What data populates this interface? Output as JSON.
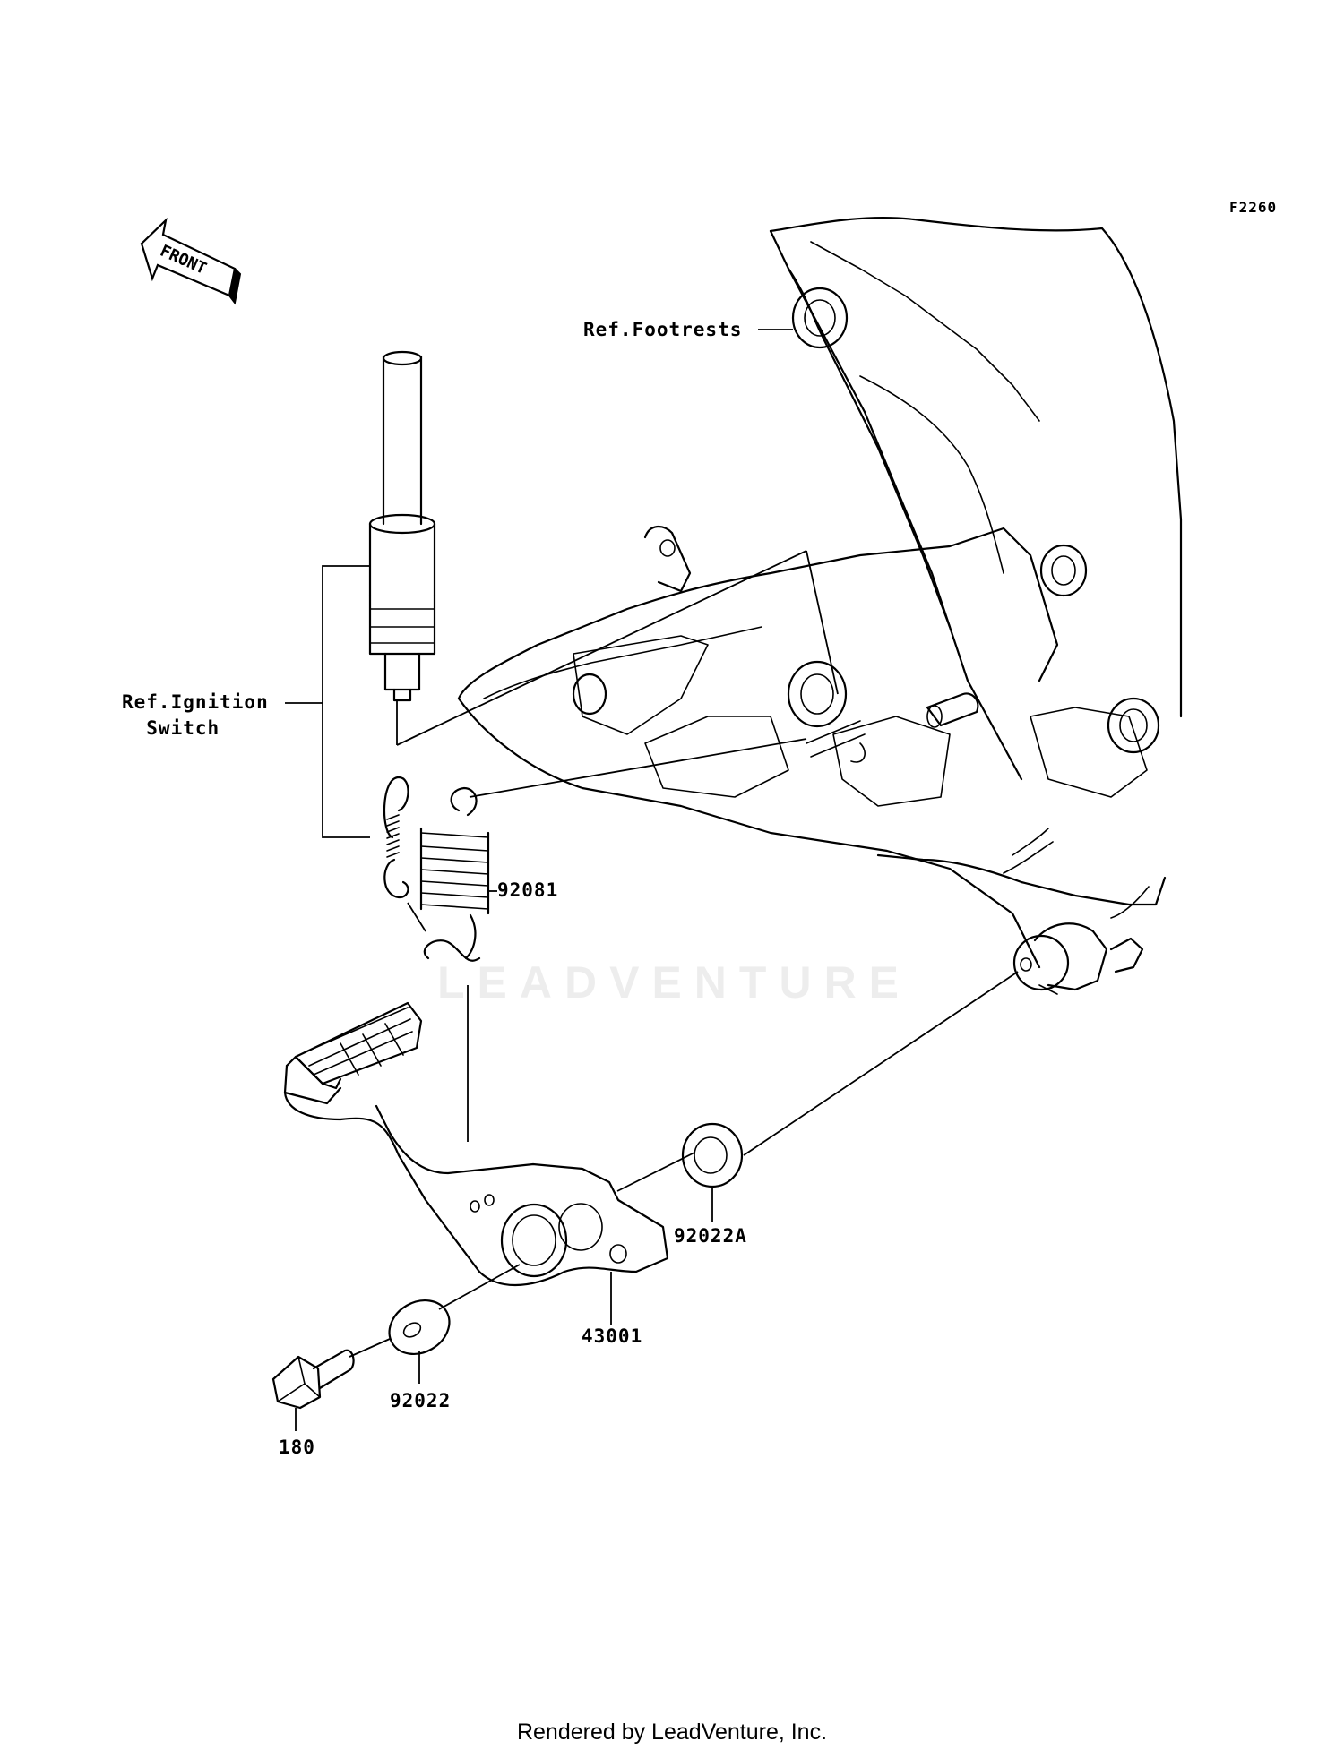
{
  "diagram": {
    "code": "F2260",
    "front_label": "FRONT",
    "refs": {
      "footrests": "Ref.Footrests",
      "ignition_switch": "Ref.Ignition\n  Switch"
    },
    "parts": [
      {
        "number": "92081"
      },
      {
        "number": "92022A"
      },
      {
        "number": "43001"
      },
      {
        "number": "92022"
      },
      {
        "number": "180"
      }
    ],
    "watermark": "LEADVENTURE"
  },
  "footer": {
    "rendered_by": "Rendered by LeadVenture, Inc."
  }
}
